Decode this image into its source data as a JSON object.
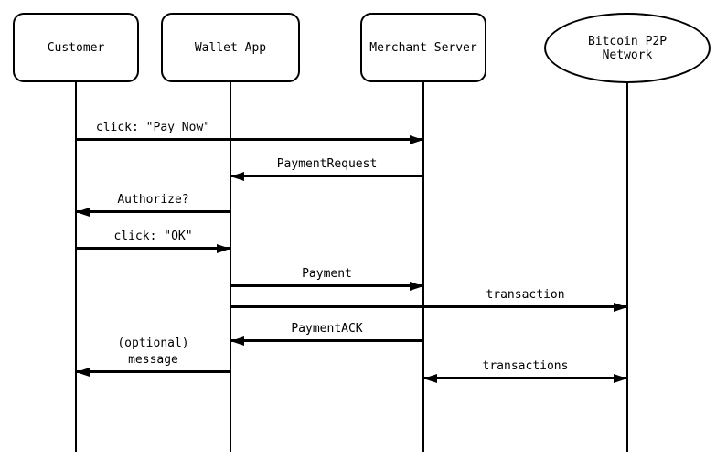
{
  "diagram": {
    "type": "sequence-diagram",
    "colors": {
      "line": "#000000",
      "background": "#ffffff",
      "node_fill": "#ffffff"
    },
    "actors": [
      {
        "id": "customer",
        "label": "Customer",
        "shape": "rounded-rect"
      },
      {
        "id": "wallet-app",
        "label": "Wallet App",
        "shape": "rounded-rect"
      },
      {
        "id": "merchant-server",
        "label": "Merchant Server",
        "shape": "rounded-rect"
      },
      {
        "id": "bitcoin-p2p-network",
        "label": "Bitcoin P2P\nNetwork",
        "shape": "ellipse"
      }
    ],
    "messages": [
      {
        "from": "Customer",
        "to": "Merchant Server",
        "label": "click: \"Pay Now\"",
        "direction": "right"
      },
      {
        "from": "Merchant Server",
        "to": "Wallet App",
        "label": "PaymentRequest",
        "direction": "left"
      },
      {
        "from": "Wallet App",
        "to": "Customer",
        "label": "Authorize?",
        "direction": "left"
      },
      {
        "from": "Customer",
        "to": "Wallet App",
        "label": "click: \"OK\"",
        "direction": "right"
      },
      {
        "from": "Wallet App",
        "to": "Merchant Server",
        "label": "Payment",
        "direction": "right"
      },
      {
        "from": "Wallet App",
        "to": "Bitcoin P2P Network",
        "label": "transaction",
        "direction": "right"
      },
      {
        "from": "Merchant Server",
        "to": "Wallet App",
        "label": "PaymentACK",
        "direction": "left"
      },
      {
        "from": "Wallet App",
        "to": "Customer",
        "label": "(optional)\nmessage",
        "direction": "left"
      },
      {
        "from": "Merchant Server",
        "to": "Bitcoin P2P Network",
        "label": "transactions",
        "direction": "both"
      }
    ]
  }
}
